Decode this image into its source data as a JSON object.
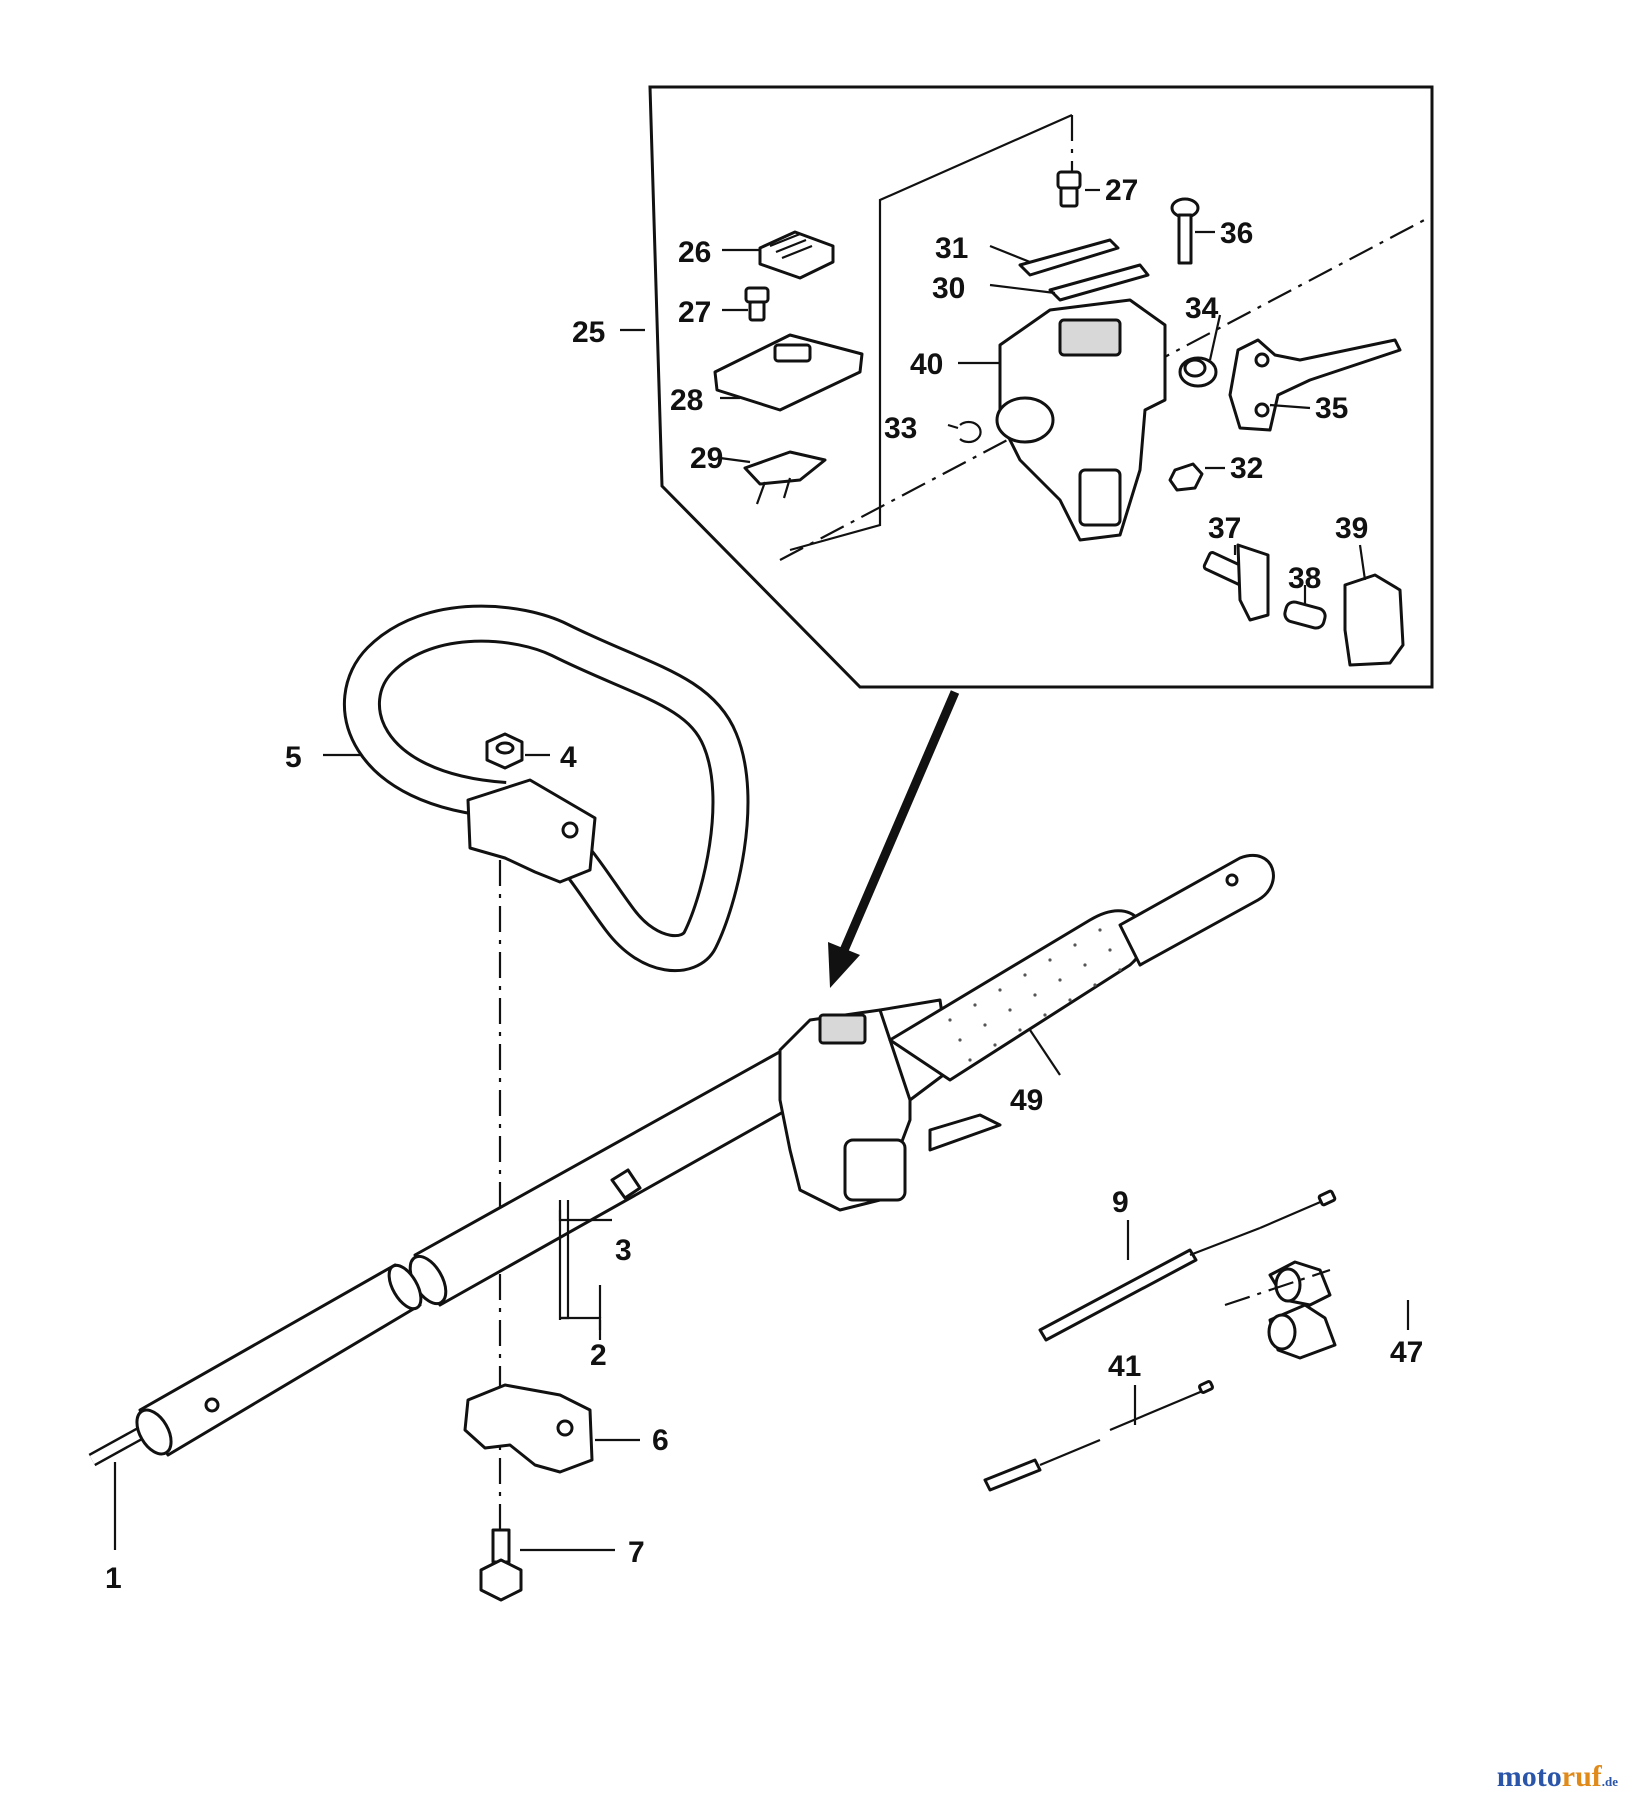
{
  "labels": {
    "p1": "1",
    "p2": "2",
    "p3": "3",
    "p4": "4",
    "p5": "5",
    "p6": "6",
    "p7": "7",
    "p9": "9",
    "p25": "25",
    "p26": "26",
    "p27a": "27",
    "p27b": "27",
    "p28": "28",
    "p29": "29",
    "p30": "30",
    "p31": "31",
    "p32": "32",
    "p33": "33",
    "p34": "34",
    "p35": "35",
    "p36": "36",
    "p37": "37",
    "p38": "38",
    "p39": "39",
    "p40": "40",
    "p41": "41",
    "p47": "47",
    "p49": "49"
  },
  "watermark": {
    "part1": "moto",
    "part2": "ruf",
    "part3": ".de"
  },
  "colors": {
    "line": "#111111",
    "watermark_blue": "#2a55a8",
    "watermark_orange": "#e08a1a"
  }
}
